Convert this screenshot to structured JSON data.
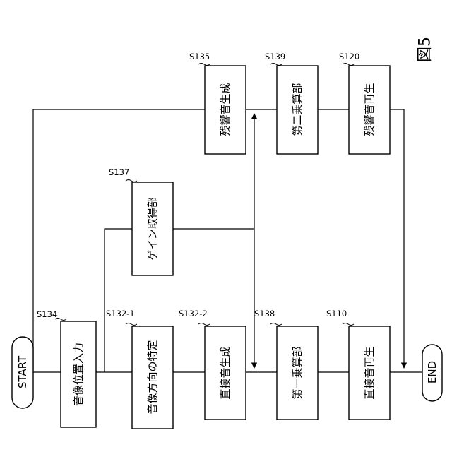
{
  "figure_label": "図5",
  "terminals": {
    "start": "START",
    "end": "END"
  },
  "blocks": {
    "s134": {
      "step": "S134",
      "label": "音像位置入力"
    },
    "s132_1": {
      "step": "S132-1",
      "label": "音像方向の特定"
    },
    "s137": {
      "step": "S137",
      "label": "ゲイン取得部"
    },
    "s132_2": {
      "step": "S132-2",
      "label": "直接音生成"
    },
    "s135": {
      "step": "S135",
      "label": "残響音生成"
    },
    "s138": {
      "step": "S138",
      "label": "第一乗算部"
    },
    "s139": {
      "step": "S139",
      "label": "第二乗算部"
    },
    "s110": {
      "step": "S110",
      "label": "直接音再生"
    },
    "s120": {
      "step": "S120",
      "label": "残響音再生"
    }
  }
}
